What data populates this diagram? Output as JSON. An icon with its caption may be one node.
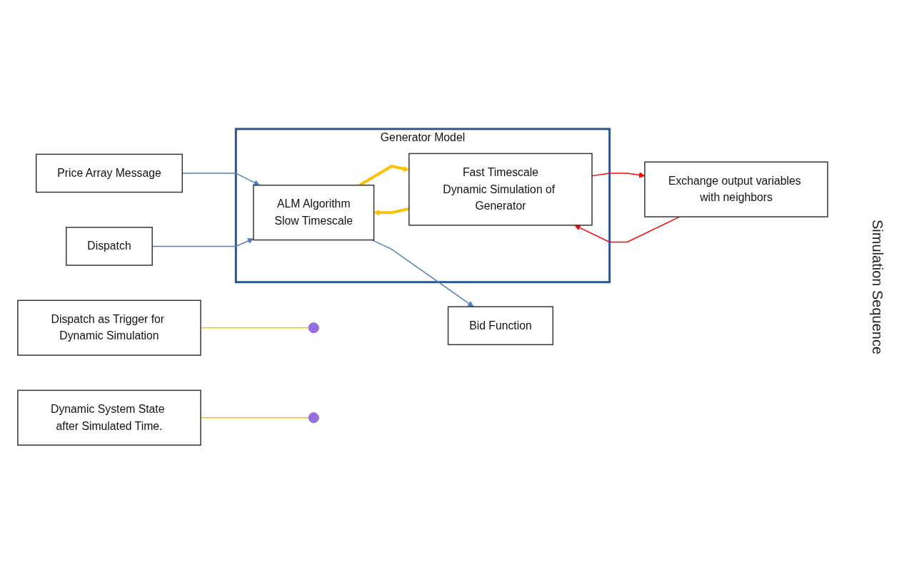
{
  "diagram": {
    "nodes": [
      {
        "text": [
          "Generator Model"
        ]
      },
      {
        "text": [
          "ALM Algorithm",
          "Slow Timescale"
        ],
        "in": 0
      },
      {
        "text": [
          "Fast Timescale",
          "Dynamic Simulation of Generator"
        ],
        "in": 0
      },
      {
        "text": [
          "Price Array Message"
        ]
      },
      {
        "text": [
          "Bid Function"
        ]
      },
      {
        "text": [
          "Dispatch"
        ]
      },
      {
        "text": [
          "Dispatch as Trigger for Dynamic Simulation"
        ]
      },
      {
        "text": [
          "Exchange output variables with neighbors"
        ]
      },
      {
        "text": [
          "Dynamic System State after Simulated Time."
        ]
      }
    ],
    "edges": [
      {
        "from": 3,
        "to": 1,
        "arrow": "to",
        "color": "#4f81bd"
      },
      {
        "from": 1,
        "to": 4,
        "arrow": "to",
        "color": "#4f81bd"
      },
      {
        "from": 5,
        "to": 1,
        "arrow": "to",
        "color": "#4f81bd"
      },
      {
        "from": 2,
        "to": 1,
        "arrow": "to",
        "style": "thick",
        "color": "#ffc000"
      },
      {
        "from": 1,
        "to": 2,
        "arrow": "to",
        "style": "thick",
        "color": "#ffc000"
      },
      {
        "from": 6,
        "to": null,
        "arrow": "none",
        "color": "#ffc000"
      },
      {
        "from": 7,
        "to": 2,
        "arrow": "to",
        "color": "#ff0000"
      },
      {
        "from": 2,
        "to": 7,
        "arrow": "to",
        "color": "#ff0000"
      },
      {
        "from": 8,
        "to": null,
        "arrow": "none",
        "color": "#ffc000"
      }
    ],
    "labels": [
      "Simulation Sequence"
    ]
  }
}
